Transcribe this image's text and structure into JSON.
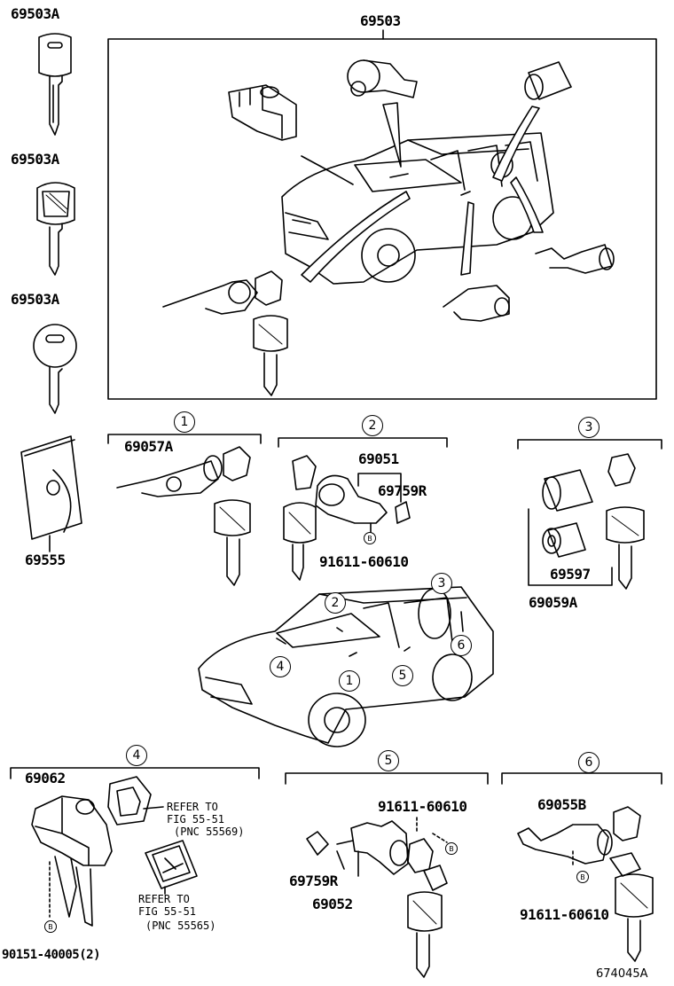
{
  "keys": {
    "key_a_label": "69503A",
    "key_b_label": "69503A",
    "key_c_label": "69503A",
    "card_label": "69555"
  },
  "main_set": {
    "label": "69503"
  },
  "group1": {
    "callout": "1",
    "part": "69057A"
  },
  "group2": {
    "callout": "2",
    "part_a": "69051",
    "part_b": "69759R",
    "bolt_mark": "B",
    "bolt": "91611-60610"
  },
  "group3": {
    "callout": "3",
    "part_a": "69597",
    "part_b": "69059A"
  },
  "vehicle": {
    "callouts": [
      "2",
      "3",
      "4",
      "1",
      "6",
      "5"
    ]
  },
  "group4": {
    "callout": "4",
    "part": "69062",
    "refer1_line1": "REFER TO",
    "refer1_line2": "FIG 55-51",
    "refer1_line3": "(PNC 55569)",
    "refer2_line1": "REFER TO",
    "refer2_line2": "FIG 55-51",
    "refer2_line3": "(PNC 55565)",
    "bolt_mark": "B",
    "bolt": "90151-40005(2)"
  },
  "group5": {
    "callout": "5",
    "bolt": "91611-60610",
    "bolt_mark": "B",
    "part_a": "69759R",
    "part_b": "69052"
  },
  "group6": {
    "callout": "6",
    "part": "69055B",
    "bolt_mark": "B",
    "bolt": "91611-60610"
  },
  "diagram_id": "674045A"
}
